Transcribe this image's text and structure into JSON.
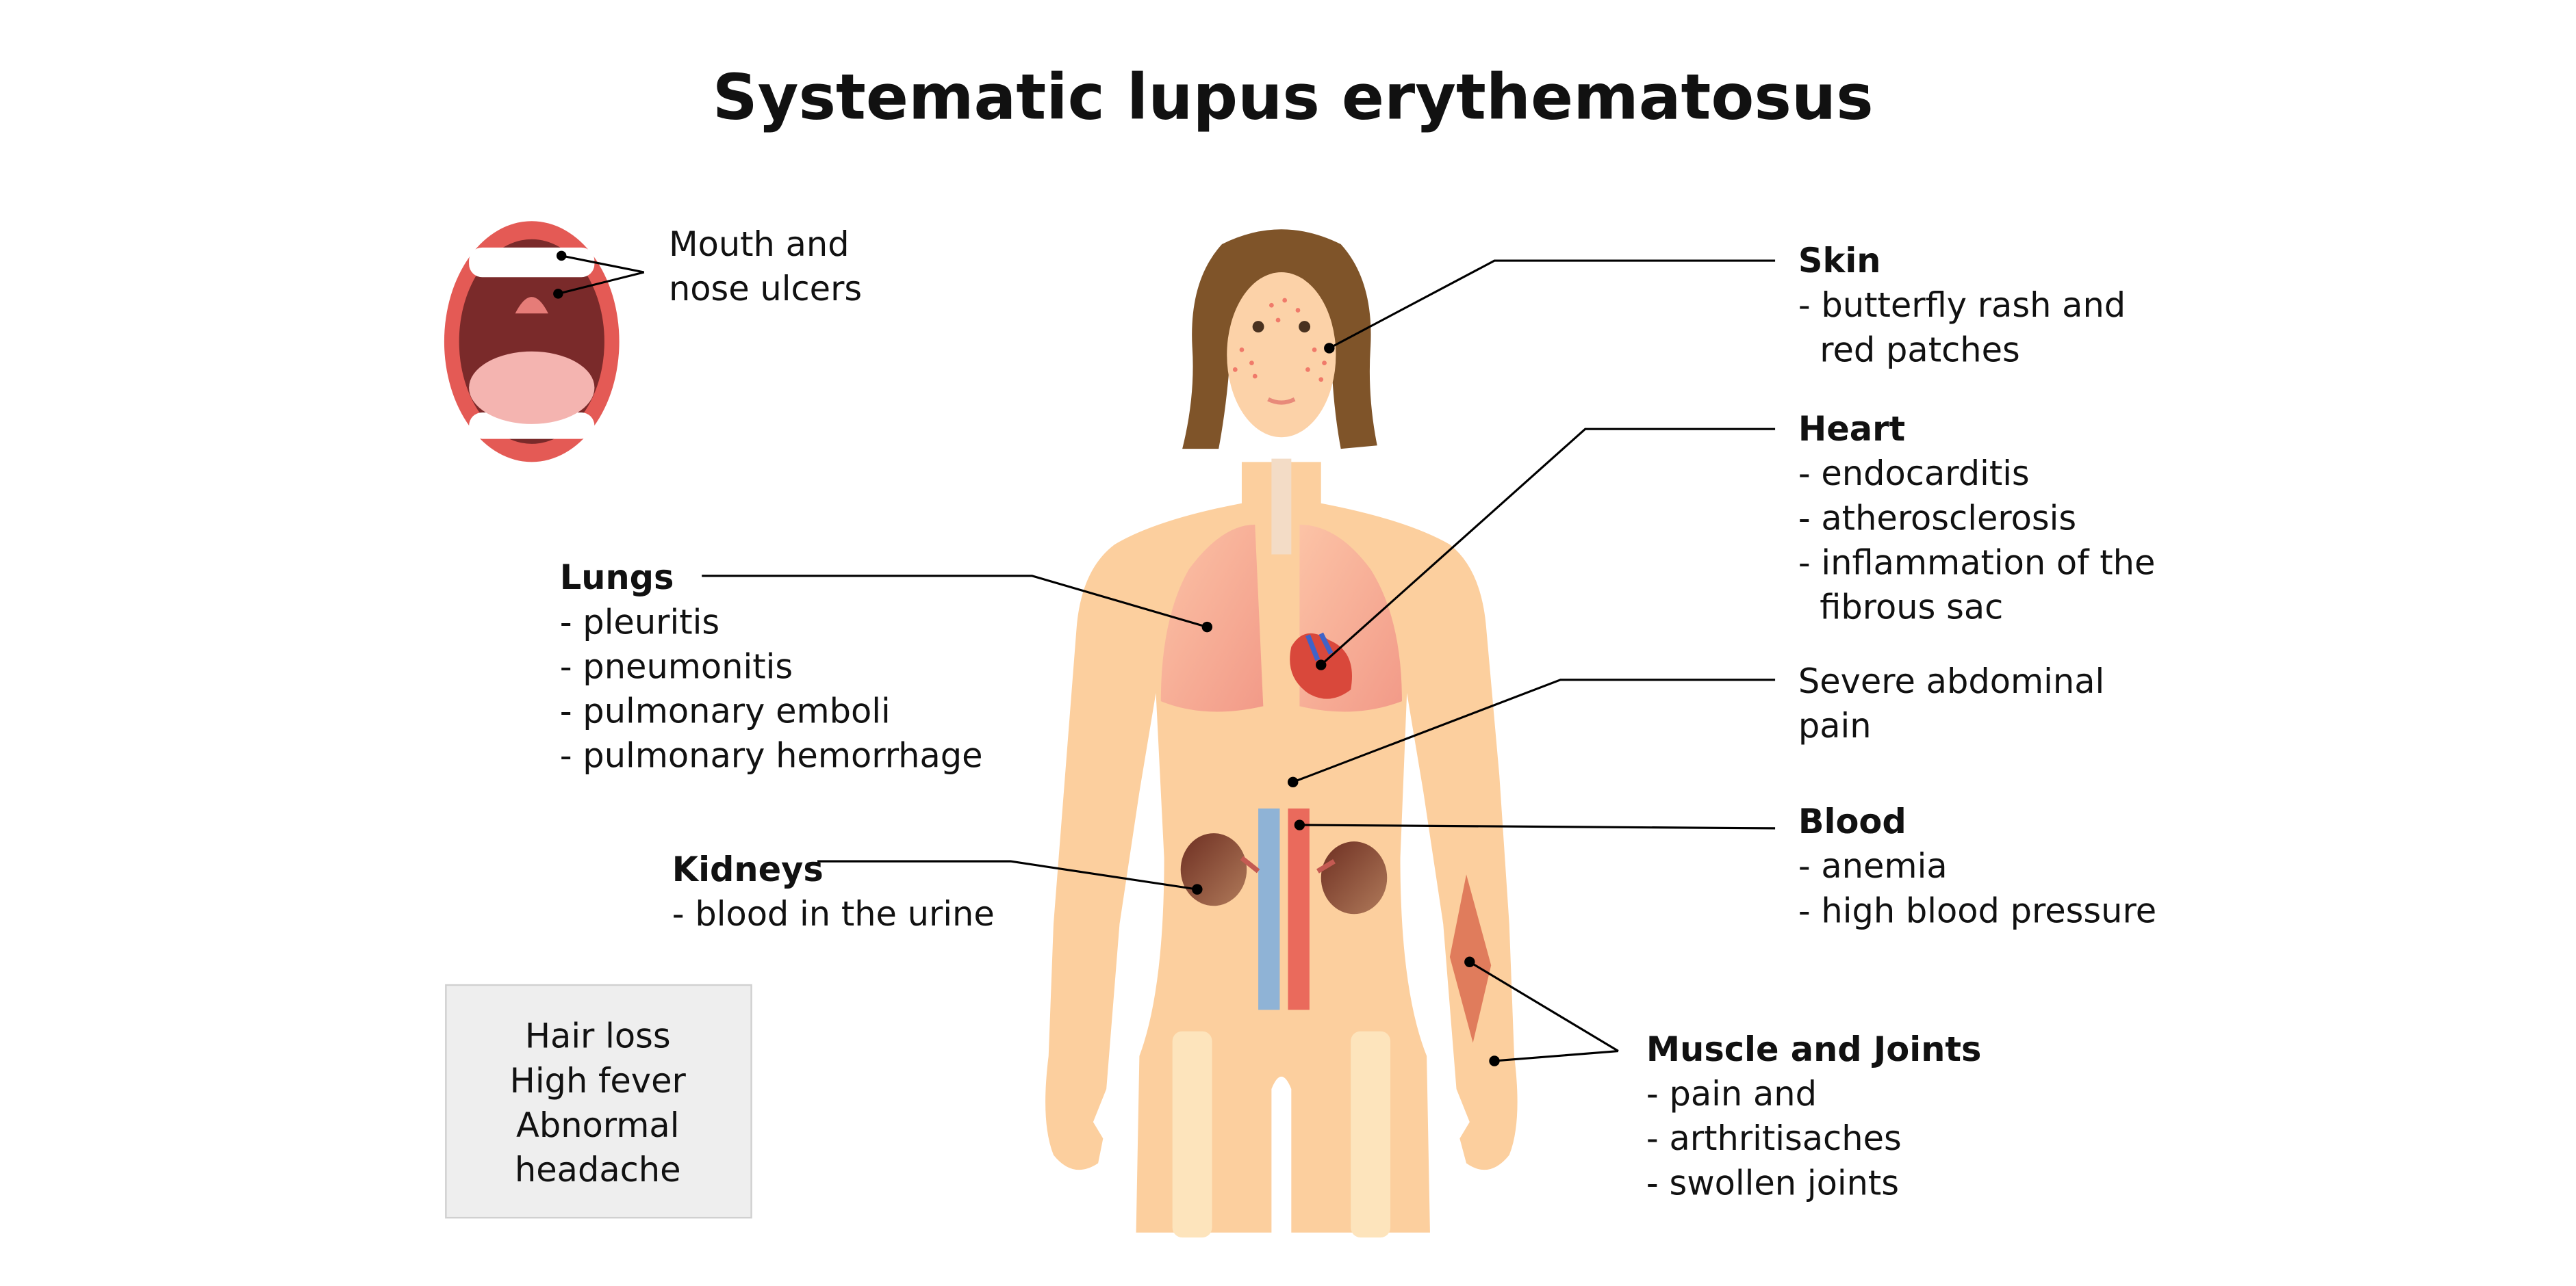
{
  "title": "Systematic lupus erythematosus",
  "colors": {
    "skin": "#fccf9e",
    "hair": "#7f5429",
    "lung": "#f6a893",
    "kidney": "#8b4a35",
    "vein": "#8fb3d6",
    "artery": "#ea6a5c",
    "bone": "#fde4bc",
    "box": "#eeeeee"
  },
  "labels": {
    "mouth": {
      "lines": [
        "Mouth and",
        "nose ulcers"
      ]
    },
    "skin": {
      "heading": "Skin",
      "lines": [
        "- butterfly rash and",
        "  red patches"
      ]
    },
    "heart": {
      "heading": "Heart",
      "lines": [
        "- endocarditis",
        "- atherosclerosis",
        "- inflammation of the",
        "  fibrous sac"
      ]
    },
    "abdomen": {
      "lines": [
        "Severe abdominal",
        "pain"
      ]
    },
    "blood": {
      "heading": "Blood",
      "lines": [
        "- anemia",
        "- high blood pressure"
      ]
    },
    "muscle": {
      "heading": "Muscle and Joints",
      "lines": [
        "- pain and",
        "- arthritisaches",
        "- swollen joints"
      ]
    },
    "lungs": {
      "heading": "Lungs",
      "lines": [
        "- pleuritis",
        "- pneumonitis",
        "- pulmonary emboli",
        "- pulmonary hemorrhage"
      ]
    },
    "kidneys": {
      "heading": "Kidneys",
      "lines": [
        "- blood in the urine"
      ]
    }
  },
  "other_symptoms": [
    "Hair loss",
    "High fever",
    "Abnormal",
    "headache"
  ]
}
